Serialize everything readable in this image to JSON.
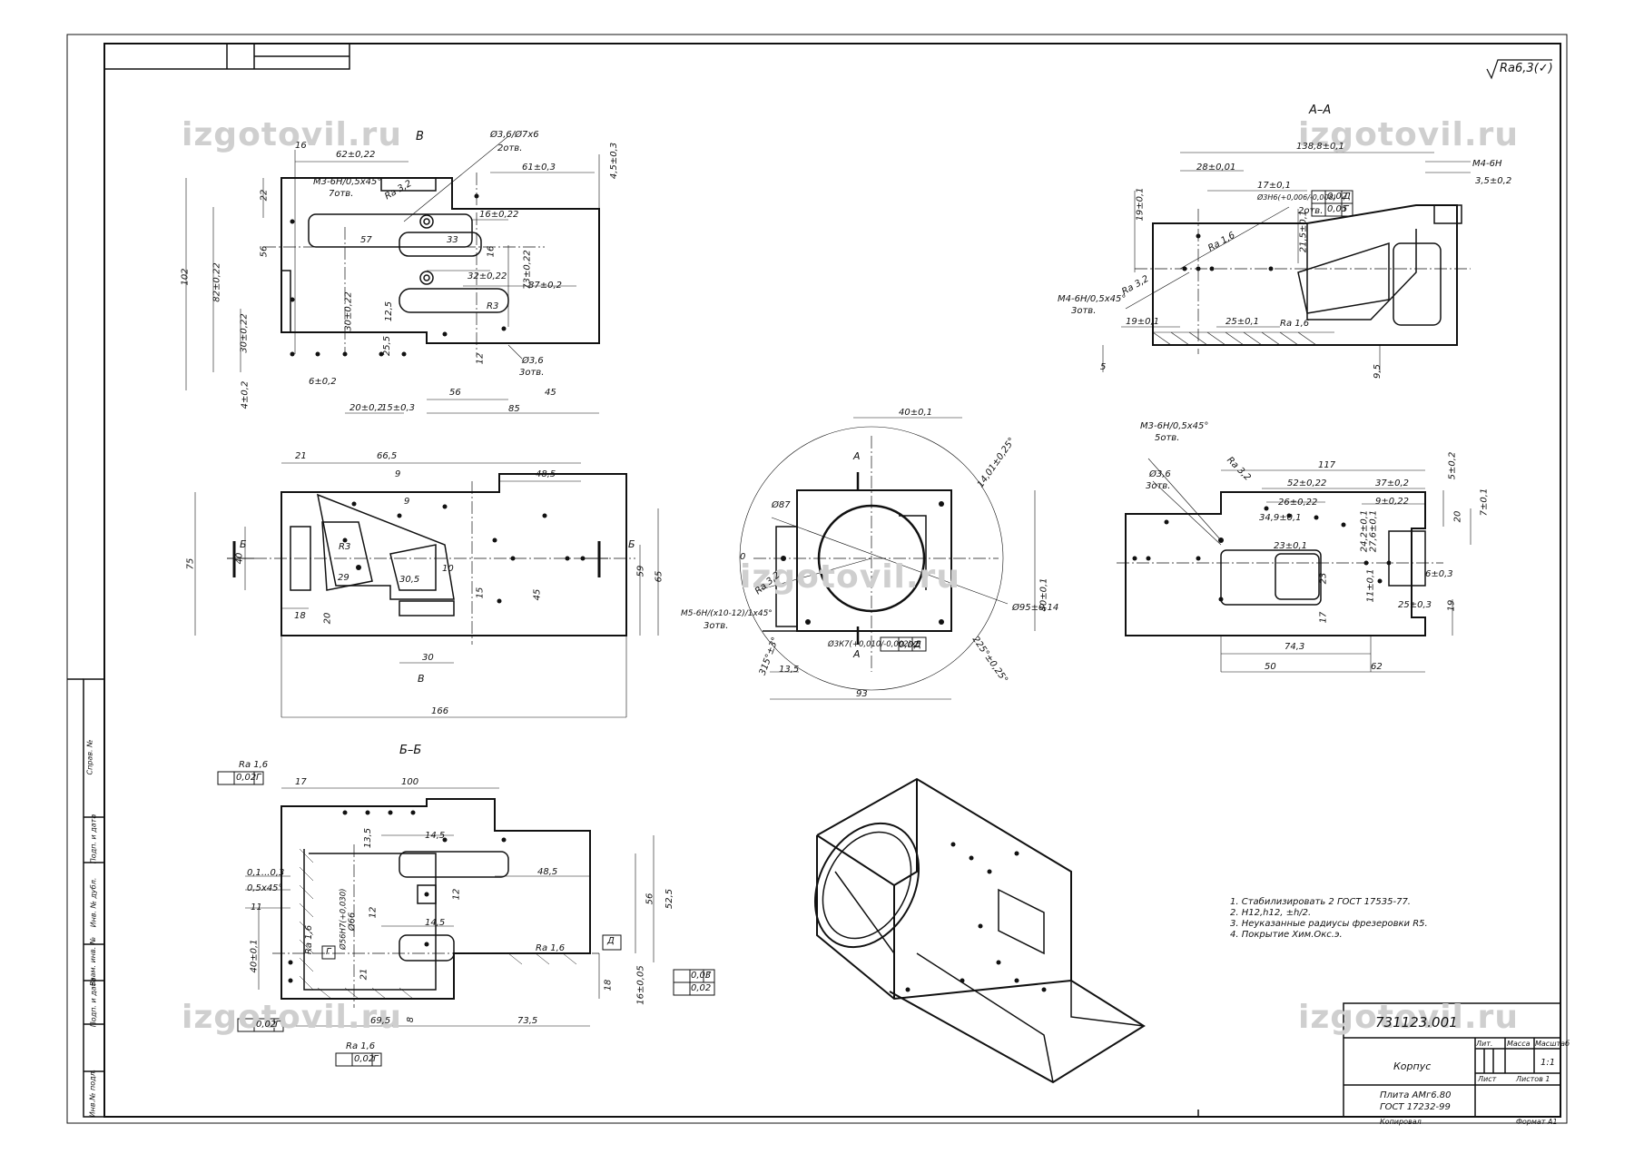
{
  "roughness": "Ra6,3",
  "roughness_paren": "(✓)",
  "sections": {
    "view_b": "В",
    "section_aa": "А–А",
    "section_bb": "Б–Б",
    "mark_a": "А",
    "mark_b": "Б",
    "mark_v": "В"
  },
  "dims_top_left": [
    "62±0,22",
    "16",
    "61±0,3",
    "4,5±0,3",
    "102",
    "82±0,22",
    "56",
    "22",
    "30±0,22",
    "4±0,2",
    "6±0,2",
    "20±0,2",
    "15±0,3",
    "56",
    "45",
    "85",
    "57",
    "33",
    "16±0,22",
    "32±0,22",
    "73±0,22",
    "87±0,2",
    "16",
    "30±0,22",
    "12,5",
    "25,5",
    "12",
    "R3"
  ],
  "callouts_top_left": [
    "М3-6Н/0,5х45°",
    "7отв.",
    "Ø3,6/Ø7х6",
    "2отв.",
    "Ø3,6",
    "3отв.",
    "Ra 3,2"
  ],
  "dims_section_aa": [
    "138,8±0,1",
    "28±0,01",
    "17±0,1",
    "19±0,1",
    "21,5±0,1",
    "19±0,1",
    "25±0,1",
    "5",
    "9,5",
    "3,5±0,2",
    "М4-6Н",
    "Ø3Н6(+0,006/-0,008)",
    "2отв.",
    "М4-6Н/0,5х45°",
    "3отв.",
    "Ra 3,2",
    "Ra 1,6",
    "Ra 1,6"
  ],
  "tol_aa": [
    "0,02",
    "Д",
    "0,05",
    "Г"
  ],
  "dims_front": [
    "21",
    "66,5",
    "48,5",
    "9",
    "9",
    "75",
    "40",
    "R3",
    "29",
    "30,5",
    "10",
    "59",
    "65",
    "18",
    "20",
    "15",
    "45",
    "30",
    "166"
  ],
  "dims_circle": [
    "40±0,1",
    "Ø87",
    "14,01±0,25°",
    "М5-6Н/(х10-12)/1х45°",
    "3отв.",
    "Ø95±0,14",
    "40±0,1",
    "Ø3К7(+0,010/-0,002)х5",
    "0,02",
    "Д",
    "315°±3°",
    "225°±0,25°",
    "13,5",
    "93",
    "0"
  ],
  "dims_right": [
    "117",
    "52±0,22",
    "37±0,2",
    "26±0,22",
    "9±0,22",
    "5±0,2",
    "20",
    "7±0,1",
    "34,9±0,1",
    "24,2±0,1",
    "27,6±0,1",
    "23±0,1",
    "23",
    "17",
    "11±0,1",
    "6±0,3",
    "25±0,3",
    "19",
    "74,3",
    "50",
    "62",
    "М3-6Н/0,5х45°",
    "5отв.",
    "Ø3,6",
    "3отв.",
    "Ra 3,2"
  ],
  "dims_bb": [
    "17",
    "100",
    "13,5",
    "14,5",
    "48,5",
    "0,1...0,3",
    "0,5х45°",
    "11",
    "40±0,1",
    "Ø56Н7(+0,030)",
    "Ø66",
    "14,5",
    "12",
    "12",
    "56",
    "52,5",
    "21",
    "8",
    "18",
    "16±0,05",
    "69,5",
    "73,5",
    "Ra 1,6",
    "Ra 1,6",
    "Ra 1,6",
    "Ra 1,6",
    "Г",
    "Д"
  ],
  "tol_bb": [
    "0,02",
    "Г",
    "0,02",
    "Г",
    "0,02",
    "Г",
    "0,03",
    "Г",
    "0,02"
  ],
  "notes": [
    "1. Стабилизировать 2 ГОСТ 17535-77.",
    "2. Н12,h12, ±h/2.",
    "3. Неуказанные радиусы фрезеровки R5.",
    "4. Покрытие Хим.Окс.э."
  ],
  "title_block": {
    "doc_number": "731123.001",
    "part_name": "Корпус",
    "material_line1": "Плита АМг6.80",
    "material_line2": "ГОСТ 17232-99",
    "lit": "Лит.",
    "mass": "Масса",
    "scale": "Масштаб",
    "scale_value": "1:1",
    "sheet": "Лист",
    "sheets": "Листов 1",
    "copied": "Копировал",
    "format": "Формат А1"
  },
  "left_strip": [
    "Справ. №",
    "Подп. и дата",
    "Инв. № дубл.",
    "Взам. инв. №",
    "Подп. и дата",
    "Инв.№ подл."
  ],
  "watermark": "izgotovil.ru"
}
